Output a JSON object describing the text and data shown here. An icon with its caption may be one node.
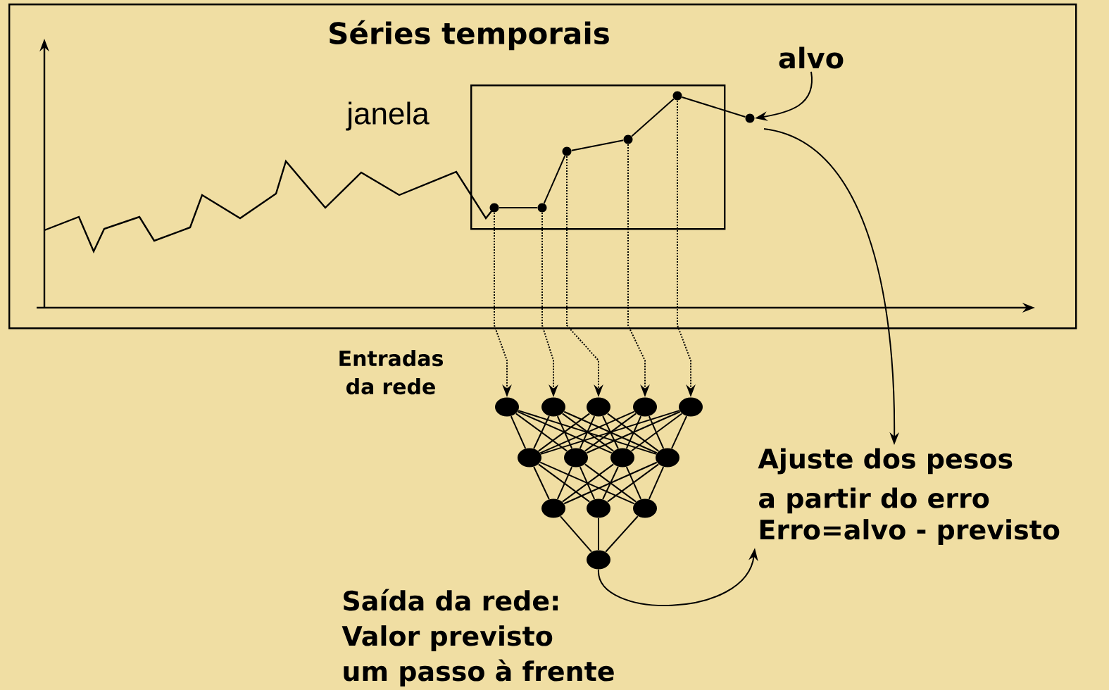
{
  "diagram": {
    "nodes": [
      {
        "text": [
          "Séries temporais"
        ]
      },
      {
        "text": [
          "janela"
        ],
        "in": 0
      },
      {
        "text": [],
        "shape": "circle",
        "in": 1
      },
      {
        "text": [],
        "shape": "circle",
        "in": 1
      },
      {
        "text": [],
        "shape": "circle",
        "in": 1
      },
      {
        "text": [],
        "shape": "circle",
        "in": 1
      },
      {
        "text": [],
        "shape": "circle",
        "in": 1
      },
      {
        "text": [
          "alvo"
        ],
        "in": 0
      },
      {
        "text": [],
        "shape": "circle",
        "in": 0
      },
      {
        "text": [],
        "shape": "circle"
      },
      {
        "text": [],
        "shape": "circle"
      },
      {
        "text": [],
        "shape": "circle"
      },
      {
        "text": [],
        "shape": "circle"
      },
      {
        "text": [],
        "shape": "circle"
      },
      {
        "text": [],
        "shape": "circle"
      },
      {
        "text": [],
        "shape": "circle"
      },
      {
        "text": [],
        "shape": "circle"
      },
      {
        "text": [],
        "shape": "circle"
      },
      {
        "text": [],
        "shape": "circle"
      },
      {
        "text": [],
        "shape": "circle"
      },
      {
        "text": [],
        "shape": "circle"
      },
      {
        "text": [],
        "shape": "circle"
      },
      {
        "text": [
          "Ajuste dos pesos a partir do erro",
          "Erro=alvo - previsto"
        ]
      }
    ],
    "edges": [
      {
        "from": 7,
        "to": 8,
        "arrow": "to"
      },
      {
        "from": 2,
        "to": 9,
        "arrow": "to",
        "style": "dashed"
      },
      {
        "from": 3,
        "to": 10,
        "arrow": "to",
        "style": "dashed"
      },
      {
        "from": 4,
        "to": 11,
        "arrow": "to",
        "style": "dashed"
      },
      {
        "from": 5,
        "to": 12,
        "arrow": "to",
        "style": "dashed"
      },
      {
        "from": 6,
        "to": 13,
        "arrow": "to",
        "style": "dashed"
      },
      {
        "from": 2,
        "to": 3,
        "arrow": "none"
      },
      {
        "from": 3,
        "to": 4,
        "arrow": "none"
      },
      {
        "from": 4,
        "to": 5,
        "arrow": "none"
      },
      {
        "from": 5,
        "to": 6,
        "arrow": "none"
      },
      {
        "from": 6,
        "to": 8,
        "arrow": "none"
      },
      {
        "from": 9,
        "to": 14,
        "arrow": "none"
      },
      {
        "from": 9,
        "to": 15,
        "arrow": "none"
      },
      {
        "from": 9,
        "to": 16,
        "arrow": "none"
      },
      {
        "from": 9,
        "to": 17,
        "arrow": "none"
      },
      {
        "from": 10,
        "to": 14,
        "arrow": "none"
      },
      {
        "from": 10,
        "to": 15,
        "arrow": "none"
      },
      {
        "from": 10,
        "to": 16,
        "arrow": "none"
      },
      {
        "from": 10,
        "to": 17,
        "arrow": "none"
      },
      {
        "from": 11,
        "to": 14,
        "arrow": "none"
      },
      {
        "from": 11,
        "to": 15,
        "arrow": "none"
      },
      {
        "from": 11,
        "to": 16,
        "arrow": "none"
      },
      {
        "from": 11,
        "to": 17,
        "arrow": "none"
      },
      {
        "from": 12,
        "to": 14,
        "arrow": "none"
      },
      {
        "from": 12,
        "to": 15,
        "arrow": "none"
      },
      {
        "from": 12,
        "to": 16,
        "arrow": "none"
      },
      {
        "from": 12,
        "to": 17,
        "arrow": "none"
      },
      {
        "from": 13,
        "to": 14,
        "arrow": "none"
      },
      {
        "from": 13,
        "to": 15,
        "arrow": "none"
      },
      {
        "from": 13,
        "to": 16,
        "arrow": "none"
      },
      {
        "from": 13,
        "to": 17,
        "arrow": "none"
      },
      {
        "from": 14,
        "to": 18,
        "arrow": "none"
      },
      {
        "from": 14,
        "to": 19,
        "arrow": "none"
      },
      {
        "from": 14,
        "to": 20,
        "arrow": "none"
      },
      {
        "from": 15,
        "to": 18,
        "arrow": "none"
      },
      {
        "from": 15,
        "to": 19,
        "arrow": "none"
      },
      {
        "from": 15,
        "to": 20,
        "arrow": "none"
      },
      {
        "from": 16,
        "to": 18,
        "arrow": "none"
      },
      {
        "from": 16,
        "to": 19,
        "arrow": "none"
      },
      {
        "from": 16,
        "to": 20,
        "arrow": "none"
      },
      {
        "from": 17,
        "to": 18,
        "arrow": "none"
      },
      {
        "from": 17,
        "to": 19,
        "arrow": "none"
      },
      {
        "from": 17,
        "to": 20,
        "arrow": "none"
      },
      {
        "from": 18,
        "to": 21,
        "arrow": "none"
      },
      {
        "from": 19,
        "to": 21,
        "arrow": "none"
      },
      {
        "from": 20,
        "to": 21,
        "arrow": "none"
      },
      {
        "from": 8,
        "to": 22,
        "arrow": "to"
      },
      {
        "from": 21,
        "to": 22,
        "arrow": "to"
      }
    ],
    "labels": [
      "Entradas da rede",
      "Saída da rede:",
      "Valor previsto",
      "um passo à frente"
    ]
  }
}
